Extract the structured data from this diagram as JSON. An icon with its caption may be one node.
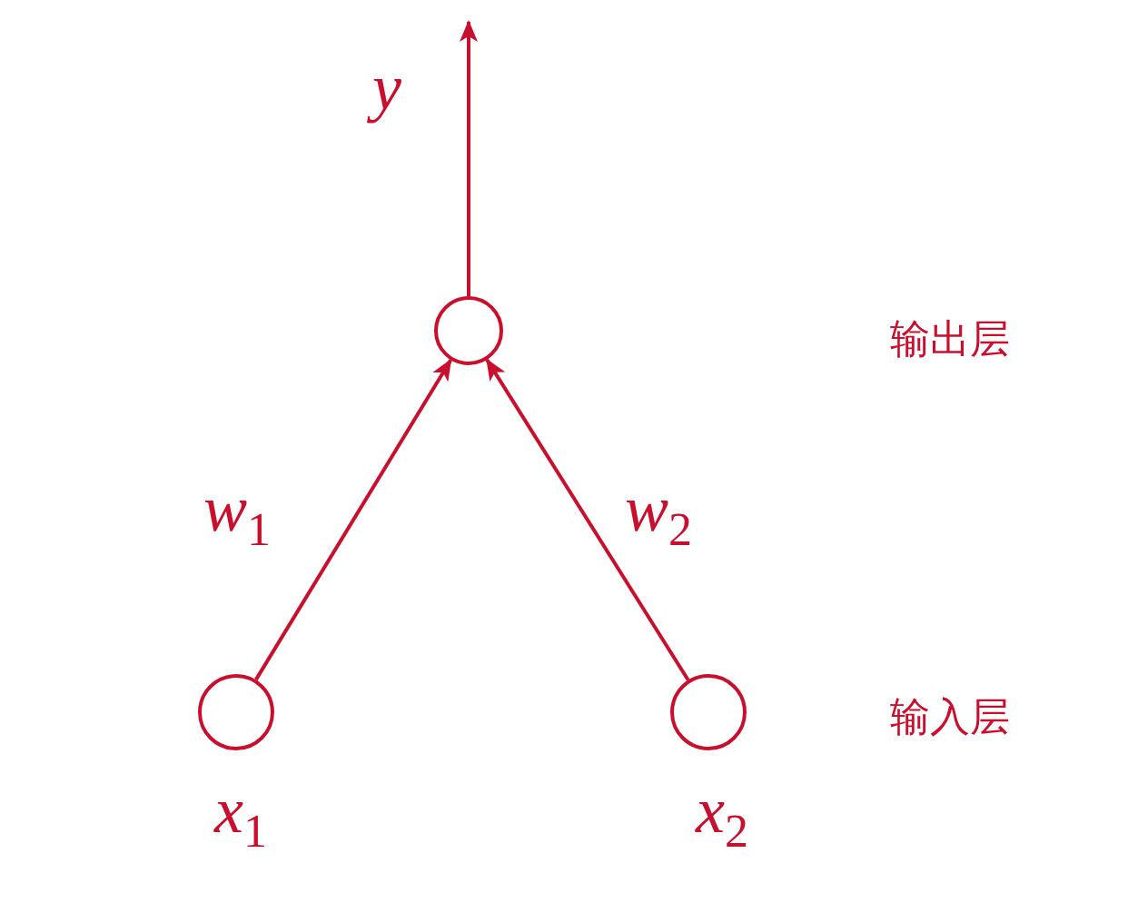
{
  "diagram": {
    "nodes": [
      {
        "text": [],
        "shape": "circle"
      },
      {
        "text": [],
        "shape": "circle",
        "beside": [
          "*x*$_{1}$"
        ]
      },
      {
        "text": [],
        "shape": "circle",
        "beside": [
          "*x*$_{2}$"
        ]
      }
    ],
    "edges": [
      {
        "from": 1,
        "to": 0,
        "arrow": "to",
        "label": "*w*$_{1}$"
      },
      {
        "from": 2,
        "to": 0,
        "arrow": "to",
        "label": "*w*$_{2}$"
      },
      {
        "from": 0,
        "to": null,
        "arrow": "to",
        "label": "*y*"
      }
    ],
    "labels": [
      "输出层",
      "输入层"
    ]
  }
}
